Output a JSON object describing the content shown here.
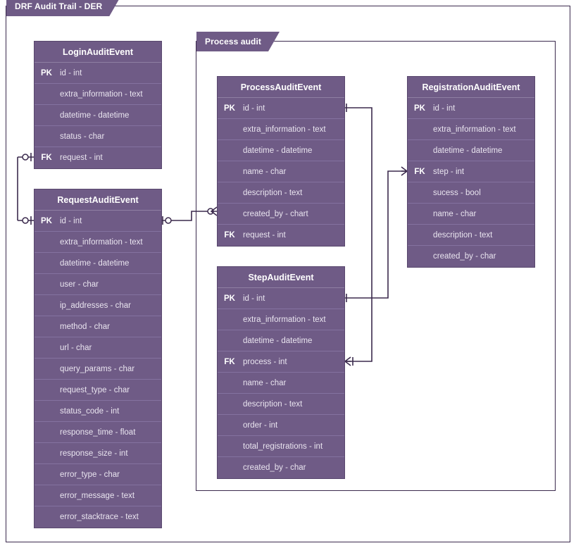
{
  "diagram": {
    "title": "DRF Audit Trail - DER",
    "container_label": "Process audit",
    "colors": {
      "entity_fill": "#6f5b86",
      "entity_border": "#59476e",
      "row_divider": "#8472a0",
      "frame_border": "#3b2a4d",
      "tab_fill": "#6f5b86",
      "text": "#ebe6f0",
      "title_text": "#ffffff",
      "background": "#ffffff",
      "connector": "#3b2a4d"
    }
  },
  "entities": {
    "login_audit_event": {
      "name": "LoginAuditEvent",
      "rows": [
        {
          "key": "PK",
          "name": "id - int"
        },
        {
          "key": "",
          "name": "extra_information - text"
        },
        {
          "key": "",
          "name": "datetime - datetime"
        },
        {
          "key": "",
          "name": "status - char"
        },
        {
          "key": "FK",
          "name": "request - int"
        }
      ]
    },
    "request_audit_event": {
      "name": "RequestAuditEvent",
      "rows": [
        {
          "key": "PK",
          "name": "id - int"
        },
        {
          "key": "",
          "name": "extra_information - text"
        },
        {
          "key": "",
          "name": "datetime - datetime"
        },
        {
          "key": "",
          "name": "user - char"
        },
        {
          "key": "",
          "name": "ip_addresses - char"
        },
        {
          "key": "",
          "name": "method - char"
        },
        {
          "key": "",
          "name": "url - char"
        },
        {
          "key": "",
          "name": "query_params - char"
        },
        {
          "key": "",
          "name": "request_type - char"
        },
        {
          "key": "",
          "name": "status_code - int"
        },
        {
          "key": "",
          "name": "response_time - float"
        },
        {
          "key": "",
          "name": "response_size - int"
        },
        {
          "key": "",
          "name": "error_type - char"
        },
        {
          "key": "",
          "name": "error_message - text"
        },
        {
          "key": "",
          "name": "error_stacktrace - text"
        }
      ]
    },
    "process_audit_event": {
      "name": "ProcessAuditEvent",
      "rows": [
        {
          "key": "PK",
          "name": "id - int"
        },
        {
          "key": "",
          "name": "extra_information - text"
        },
        {
          "key": "",
          "name": "datetime - datetime"
        },
        {
          "key": "",
          "name": "name - char"
        },
        {
          "key": "",
          "name": "description - text"
        },
        {
          "key": "",
          "name": "created_by - chart"
        },
        {
          "key": "FK",
          "name": "request - int"
        }
      ]
    },
    "registration_audit_event": {
      "name": "RegistrationAuditEvent",
      "rows": [
        {
          "key": "PK",
          "name": "id - int"
        },
        {
          "key": "",
          "name": "extra_information - text"
        },
        {
          "key": "",
          "name": "datetime - datetime"
        },
        {
          "key": "FK",
          "name": "step - int"
        },
        {
          "key": "",
          "name": "sucess - bool"
        },
        {
          "key": "",
          "name": "name - char"
        },
        {
          "key": "",
          "name": "description - text"
        },
        {
          "key": "",
          "name": "created_by - char"
        }
      ]
    },
    "step_audit_event": {
      "name": "StepAuditEvent",
      "rows": [
        {
          "key": "PK",
          "name": "id - int"
        },
        {
          "key": "",
          "name": "extra_information - text"
        },
        {
          "key": "",
          "name": "datetime - datetime"
        },
        {
          "key": "FK",
          "name": "process - int"
        },
        {
          "key": "",
          "name": "name - char"
        },
        {
          "key": "",
          "name": "description - text"
        },
        {
          "key": "",
          "name": "order - int"
        },
        {
          "key": "",
          "name": "total_registrations - int"
        },
        {
          "key": "",
          "name": "created_by - char"
        }
      ]
    }
  },
  "relationships": [
    {
      "from": "request_audit_event.id",
      "to": "login_audit_event.request",
      "from_card": "zero-or-one",
      "to_card": "zero-or-one"
    },
    {
      "from": "request_audit_event.id",
      "to": "process_audit_event.request",
      "from_card": "zero-or-one",
      "to_card": "zero-or-many"
    },
    {
      "from": "process_audit_event.id",
      "to": "step_audit_event.process",
      "from_card": "one",
      "to_card": "zero-or-many"
    },
    {
      "from": "step_audit_event.id",
      "to": "registration_audit_event.step",
      "from_card": "one",
      "to_card": "zero-or-many"
    }
  ]
}
